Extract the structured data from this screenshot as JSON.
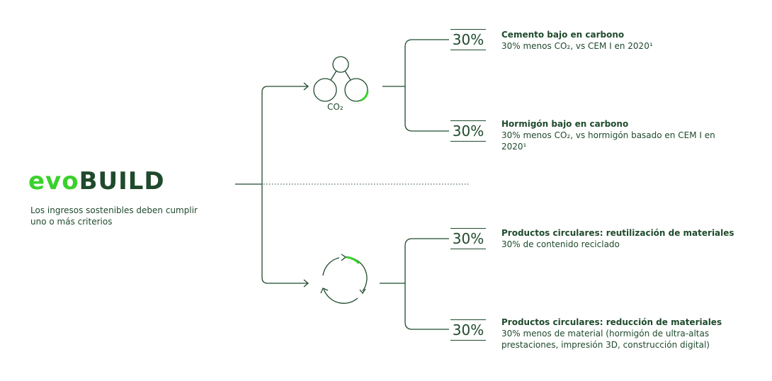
{
  "brand": {
    "evo": "evo",
    "build": "BUILD"
  },
  "intro": "Los ingresos sostenibles deben cumplir uno o más criterios",
  "icons": {
    "co2_label": "CO₂",
    "co2_icon": "co2-molecule-icon",
    "circular_icon": "recycle-cycle-icon"
  },
  "colors": {
    "dark_green": "#1f4a2c",
    "accent_green": "#39d12b"
  },
  "criteria": [
    {
      "pct": "30%",
      "title": "Cemento bajo en carbono",
      "desc": "30% menos CO₂, vs CEM I en 2020¹"
    },
    {
      "pct": "30%",
      "title": "Hormigón bajo en carbono",
      "desc": "30% menos CO₂, vs hormigón basado en CEM I en 2020¹"
    },
    {
      "pct": "30%",
      "title": "Productos circulares: reutilización de materiales",
      "desc": "30% de contenido reciclado"
    },
    {
      "pct": "30%",
      "title": "Productos circulares: reducción de materiales",
      "desc": "30% menos de material (hormigón de ultra-altas prestaciones, impresión 3D, construcción digital)"
    }
  ]
}
